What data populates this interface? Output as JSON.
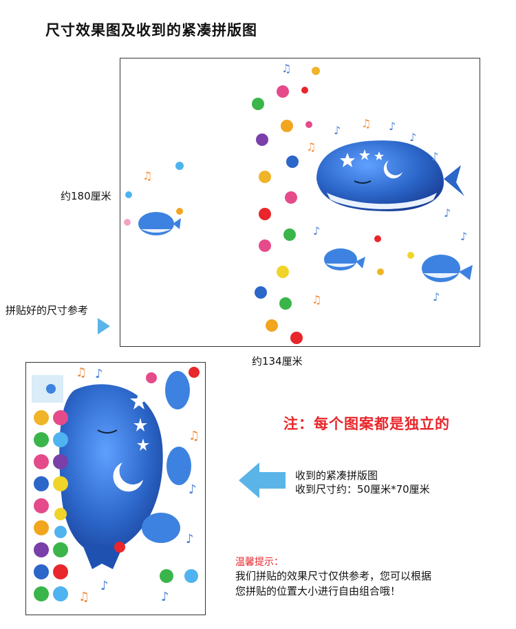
{
  "title": "尺寸效果图及收到的紧凑拼版图",
  "dimensions": {
    "height_label": "约180厘米",
    "width_label": "约134厘米",
    "reference_label": "拼贴好的尺寸参考"
  },
  "note": "注：每个图案都是独立的",
  "sheet_info": {
    "line1": "收到的紧凑拼版图",
    "line2": "收到尺寸约：50厘米*70厘米"
  },
  "tips": {
    "title": "温馨提示：",
    "line1": "我们拼贴的效果尺寸仅供参考，您可以根据",
    "line2": "您拼贴的位置大小进行自由组合哦！"
  },
  "colors": {
    "whale": "#2b66c8",
    "arrow": "#5ab4e8",
    "note_red": "#e8262b"
  }
}
